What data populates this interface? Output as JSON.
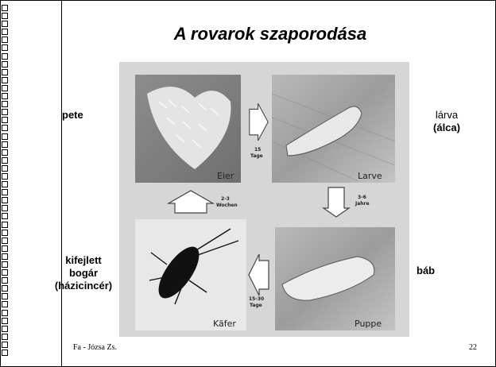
{
  "slide": {
    "title": "A rovarok szaporodása",
    "footer_author": "Fa - Józsa Zs.",
    "page_number": "22"
  },
  "stages": {
    "egg": "pete",
    "larva_line1": "lárva",
    "larva_line2": "(álca)",
    "adult_line1": "kifejlett",
    "adult_line2": "bogár",
    "adult_line3": "(házicincér)",
    "pupa": "báb"
  },
  "photo": {
    "eggs_caption": "Eier",
    "larva_caption": "Larve",
    "pupa_caption": "Puppe",
    "beetle_caption": "Käfer",
    "arrow_right_line1": "15",
    "arrow_right_line2": "Tage",
    "arrow_down_line1": "3-6",
    "arrow_down_line2": "Jahre",
    "arrow_left_line1": "15-30",
    "arrow_left_line2": "Tage",
    "arrow_up_line1": "2-3",
    "arrow_up_line2": "Wochen"
  }
}
